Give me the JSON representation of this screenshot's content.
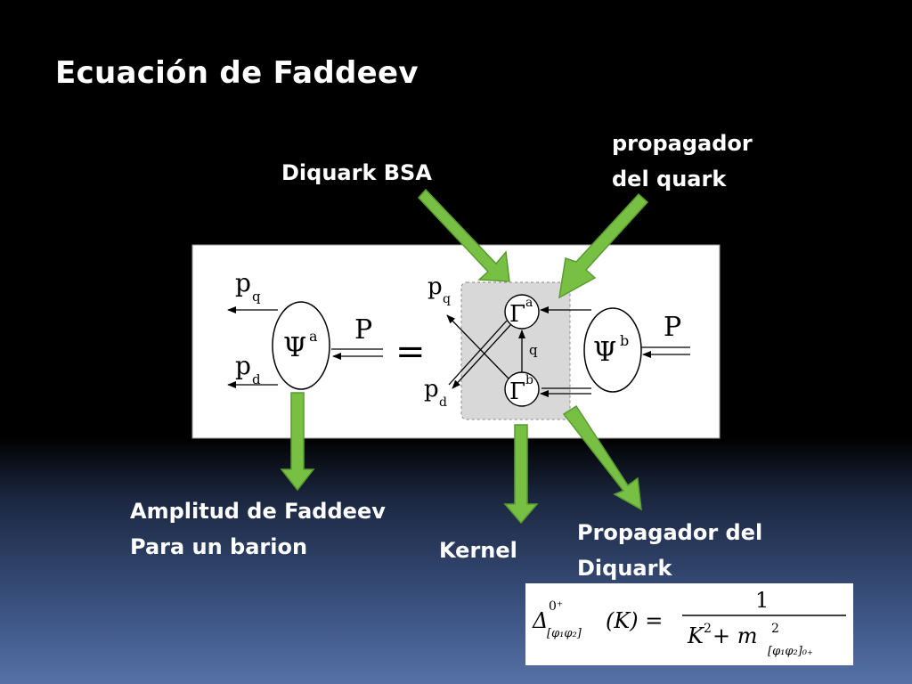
{
  "slide": {
    "title": "Ecuación de Faddeev"
  },
  "labels": {
    "diquark_bsa": "Diquark BSA",
    "quark_propagator": [
      "propagador",
      "del quark"
    ],
    "faddeev_amplitude": [
      "Amplitud de Faddeev",
      "Para un barion"
    ],
    "kernel": "Kernel",
    "diquark_propagator": [
      "Propagador del",
      "Diquark"
    ]
  },
  "diagram": {
    "pq": "p",
    "pq_sub": "q",
    "pd": "p",
    "pd_sub": "d",
    "P": "P",
    "psi": "Ψ",
    "psi_a_sup": "a",
    "psi_b_sup": "b",
    "equals": "=",
    "gamma": "Γ",
    "gamma_a_sup": "a",
    "gamma_b_sup": "b",
    "q": "q"
  },
  "formula": {
    "delta": "Δ",
    "delta_sup": "0⁺",
    "delta_sub": "[φ₁φ₂]",
    "arg": "(K) =",
    "numerator": "1",
    "denominator_k": "K",
    "denominator_mid": " + m",
    "sq": "2",
    "denominator_sub": "[φ₁φ₂]₀₊"
  },
  "colors": {
    "arrow_green": "#77c043",
    "arrow_border": "#5a9a30",
    "kernel_box": "#d8d8d8"
  }
}
